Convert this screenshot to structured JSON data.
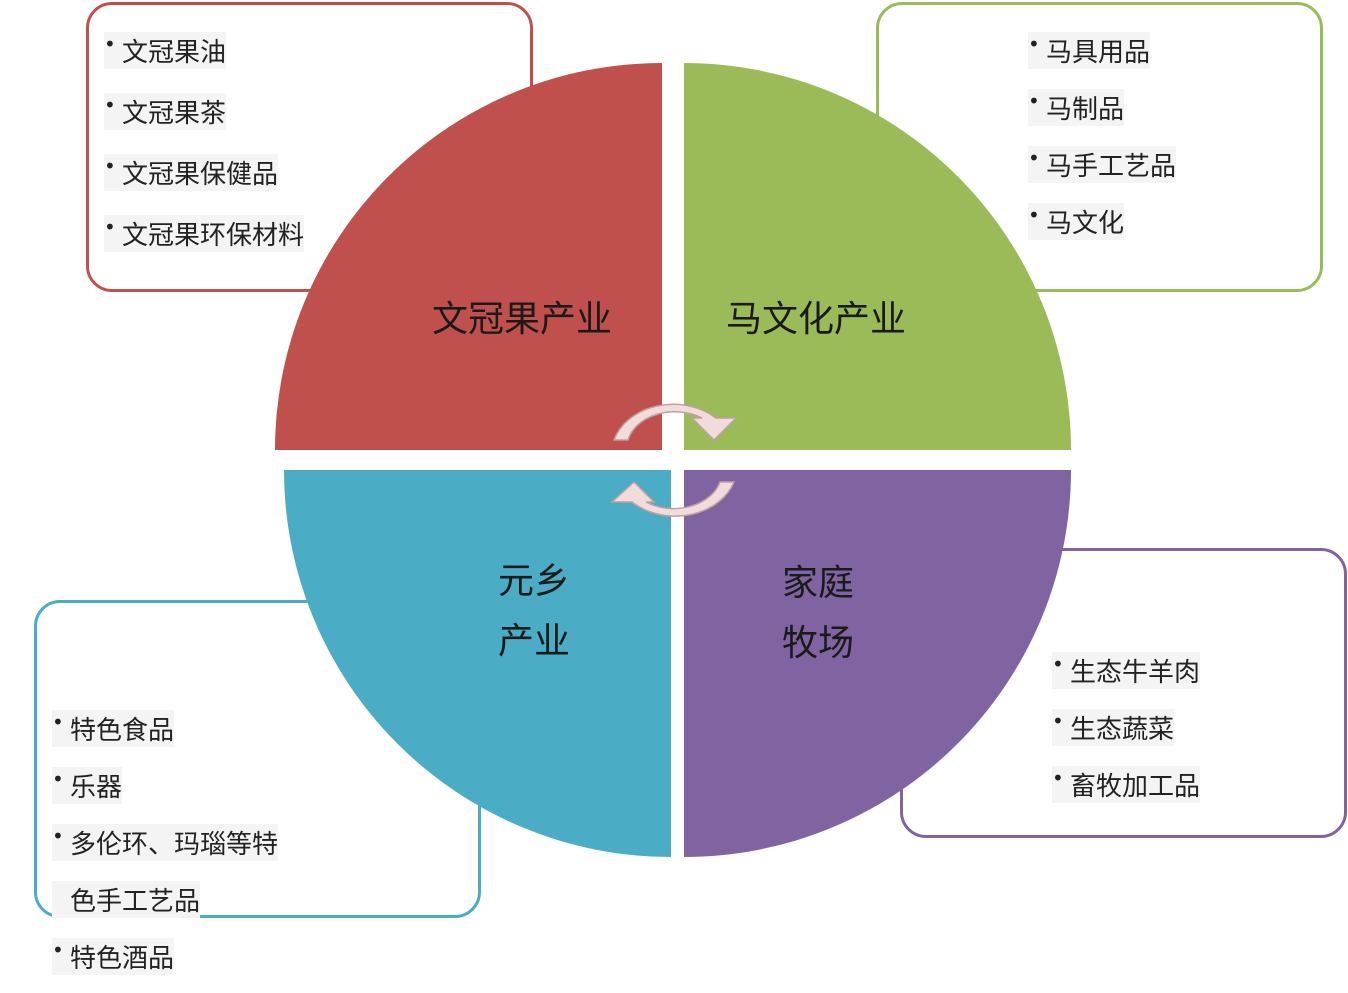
{
  "quadrants": {
    "top_left": {
      "label": "文冠果产业",
      "color": "#c0504d",
      "items": [
        "文冠果油",
        "文冠果茶",
        "文冠果保健品",
        "文冠果环保材料"
      ]
    },
    "top_right": {
      "label": "马文化产业",
      "color": "#9bbb59",
      "items": [
        "马具用品",
        "马制品",
        "马手工艺品",
        "马文化"
      ]
    },
    "bottom_left": {
      "label_line1": "元乡",
      "label_line2": "产业",
      "color": "#4bacc6",
      "items": [
        "特色食品",
        "乐器",
        "多伦环、玛瑙等特",
        "色手工艺品",
        "特色酒品"
      ]
    },
    "bottom_right": {
      "label_line1": "家庭",
      "label_line2": "牧场",
      "color": "#8064a2",
      "items": [
        "生态牛羊肉",
        "生态蔬菜",
        "畜牧加工品"
      ]
    }
  },
  "cycle_arrows": {
    "color": "#f2dcdb",
    "outline": "#c0a0a0"
  }
}
